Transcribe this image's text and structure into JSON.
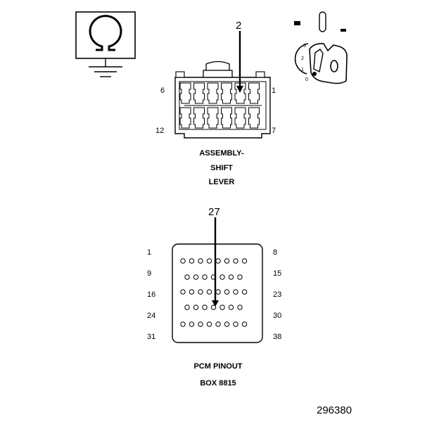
{
  "ground_icon": {
    "name": "ohm-ground-icon"
  },
  "ignition_icon": {
    "name": "ignition-key-icon",
    "positions": [
      "3",
      "2",
      "1",
      "0"
    ]
  },
  "shift_lever": {
    "cavity_label": "2",
    "pin_labels": {
      "top_left": "6",
      "top_right": "1",
      "bottom_left": "12",
      "bottom_right": "7"
    },
    "caption": [
      "ASSEMBLY-",
      "SHIFT",
      "LEVER"
    ]
  },
  "pcm": {
    "cavity_label": "27",
    "left_labels": [
      "1",
      "9",
      "16",
      "24",
      "31"
    ],
    "right_labels": [
      "8",
      "15",
      "23",
      "30",
      "38"
    ],
    "row_pin_counts": [
      8,
      7,
      8,
      7,
      8
    ],
    "caption": [
      "PCM PINOUT",
      "BOX 8815"
    ]
  },
  "figure_number": "296380"
}
